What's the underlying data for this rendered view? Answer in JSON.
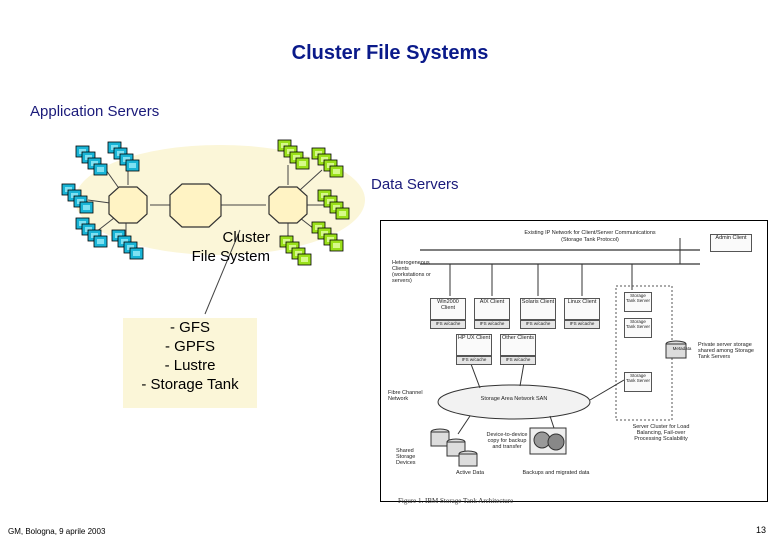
{
  "title": "Cluster File Systems",
  "labels": {
    "application_servers": "Application Servers",
    "data_servers": "Data Servers",
    "cluster_file_system_line1": "Cluster",
    "cluster_file_system_line2": "File System"
  },
  "filesystems": [
    "- GFS",
    "- GPFS",
    "- Lustre",
    "- Storage Tank"
  ],
  "figure": {
    "caption": "Figure 1. IBM Storage Tank Architecture",
    "network": "Existing IP Network for Client/Server Communications",
    "protocol": "(Storage Tank Protocol)",
    "admin_client": "Admin Client",
    "heterogeneous": "Heterogeneous Clients (workstations or servers)",
    "clients": [
      "Win2000 Client",
      "AIX Client",
      "Solaris Client",
      "Linux Client"
    ],
    "clients2": [
      "HP UX Client",
      "Other Clients"
    ],
    "ifs": "IFS w/cache",
    "fibre": "Fibre Channel Network",
    "san": "Storage Area Network SAN",
    "shared_storage": "Shared Storage Devices",
    "active_data": "Active Data",
    "device_copy": "Device-to-device copy for backup and transfer",
    "backups": "Backups and migrated data",
    "private_server": "Private server storage shared among Storage Tank Servers",
    "metadata": "Metadata",
    "server_cluster": "Server Cluster for Load Balancing, Fail-over Processing Scalability",
    "storage_tank_server": "Storage Tank Server"
  },
  "footer": {
    "left": "GM, Bologna, 9 aprile 2003",
    "page": "13"
  },
  "colors": {
    "title": "#0a1a8a",
    "cloud": "#fbf6d8",
    "app_server": "#19b4d6",
    "data_server": "#9ae01a",
    "hub_fill": "#fff3c4"
  }
}
